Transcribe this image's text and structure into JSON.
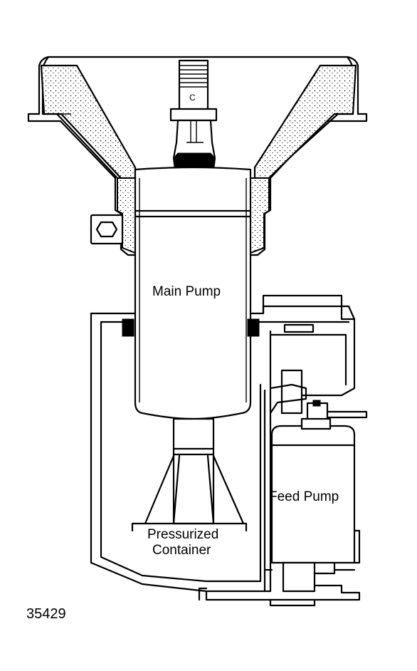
{
  "labels": {
    "main_pump": "Main Pump",
    "feed_pump": "Feed Pump",
    "pressurized_line1": "Pressurized",
    "pressurized_line2": "Container",
    "figure_number": "35429",
    "connector_mark": "C"
  },
  "colors": {
    "line": "#000000",
    "background": "#ffffff"
  }
}
